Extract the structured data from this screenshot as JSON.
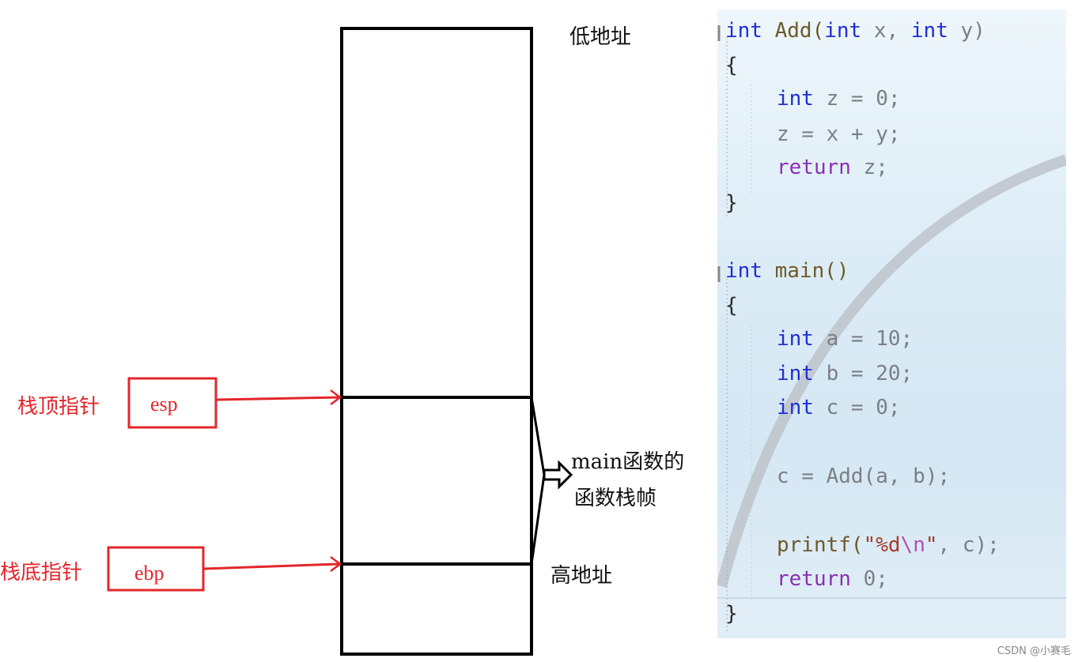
{
  "labels": {
    "low_address": "低地址",
    "high_address": "高地址",
    "frame_line1": "main函数的",
    "frame_line2": "函数栈帧",
    "esp_label": "栈顶指针",
    "esp_register": "esp",
    "ebp_label": "栈底指针",
    "ebp_register": "ebp"
  },
  "colors": {
    "pointer": "#e3262b",
    "keyword": "#1f2fd6",
    "control_keyword": "#8a2fb3"
  },
  "code": {
    "add_signature": {
      "kw1": "int",
      "name": " Add(",
      "kw2": "int",
      "p1": " x, ",
      "kw3": "int",
      "p2": " y)"
    },
    "add_open": "{",
    "add_l1": {
      "kw": "int",
      "rest": " z = 0;"
    },
    "add_l2": "z = x + y;",
    "add_l3": {
      "kw": "return",
      "rest": " z;"
    },
    "add_close": "}",
    "main_signature": {
      "kw": "int",
      "rest": " main()"
    },
    "main_open": "{",
    "main_l1": {
      "kw": "int",
      "rest": " a = 10;"
    },
    "main_l2": {
      "kw": "int",
      "rest": " b = 20;"
    },
    "main_l3": {
      "kw": "int",
      "rest": " c = 0;"
    },
    "main_l4": "c = Add(a, b);",
    "main_l5": {
      "fn": "printf(",
      "str1": "\"%d",
      "esc": "\\n",
      "str2": "\"",
      "rest": ", c);"
    },
    "main_l6": {
      "kw": "return",
      "rest": " 0;"
    },
    "main_close": "}"
  },
  "watermark": "CSDN @小赛毛"
}
